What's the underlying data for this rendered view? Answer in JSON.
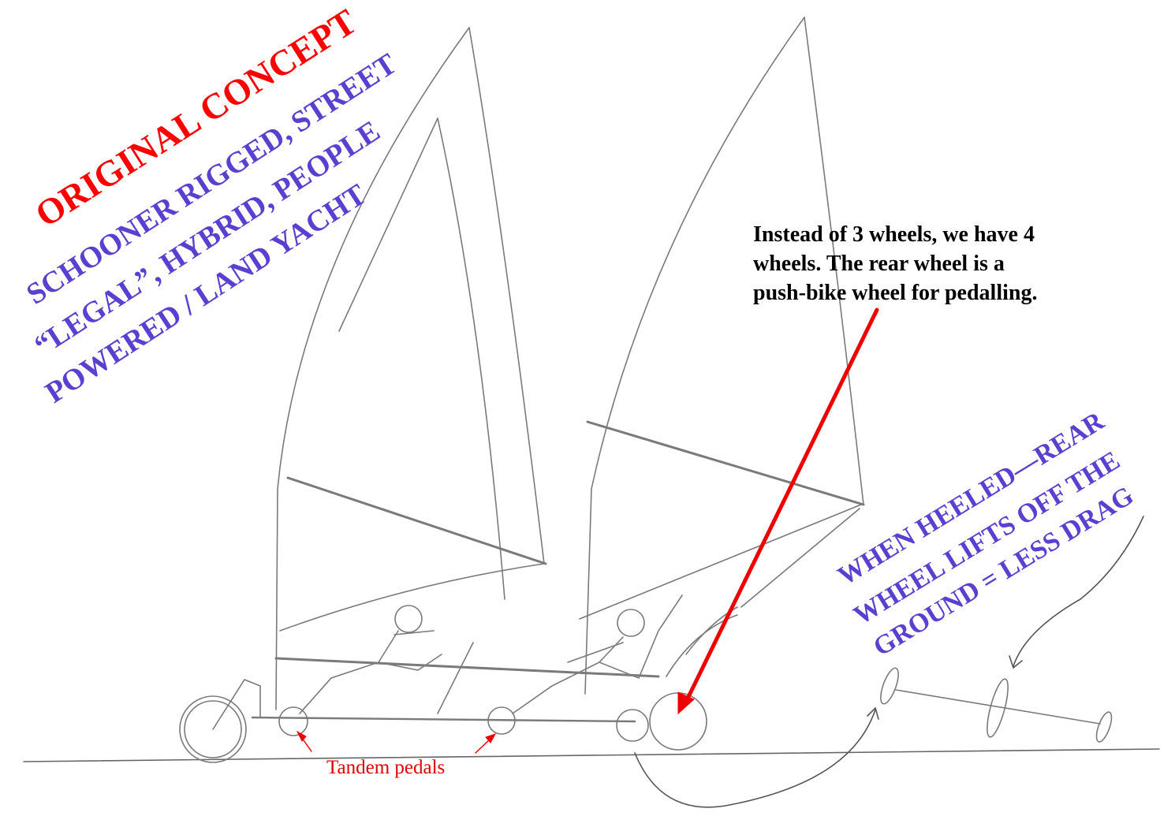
{
  "title": "ORIGINAL CONCEPT",
  "description_lines": [
    "SCHOONER RIGGED, STREET",
    "“LEGAL”, HYBRID, PEOPLE",
    "POWERED / LAND YACHT"
  ],
  "note_lines": [
    "Instead of 3 wheels, we have 4",
    "wheels. The rear wheel is a",
    "push-bike wheel for pedalling."
  ],
  "heel_lines": [
    "WHEN HEELED—REAR",
    "WHEEL LIFTS OFF THE",
    "GROUND = LESS DRAG"
  ],
  "pedals_label": "Tandem pedals",
  "colors": {
    "title": "#ff0000",
    "purple": "#5b3fd0",
    "arrow": "#ee0000",
    "pencil": "#777777"
  }
}
